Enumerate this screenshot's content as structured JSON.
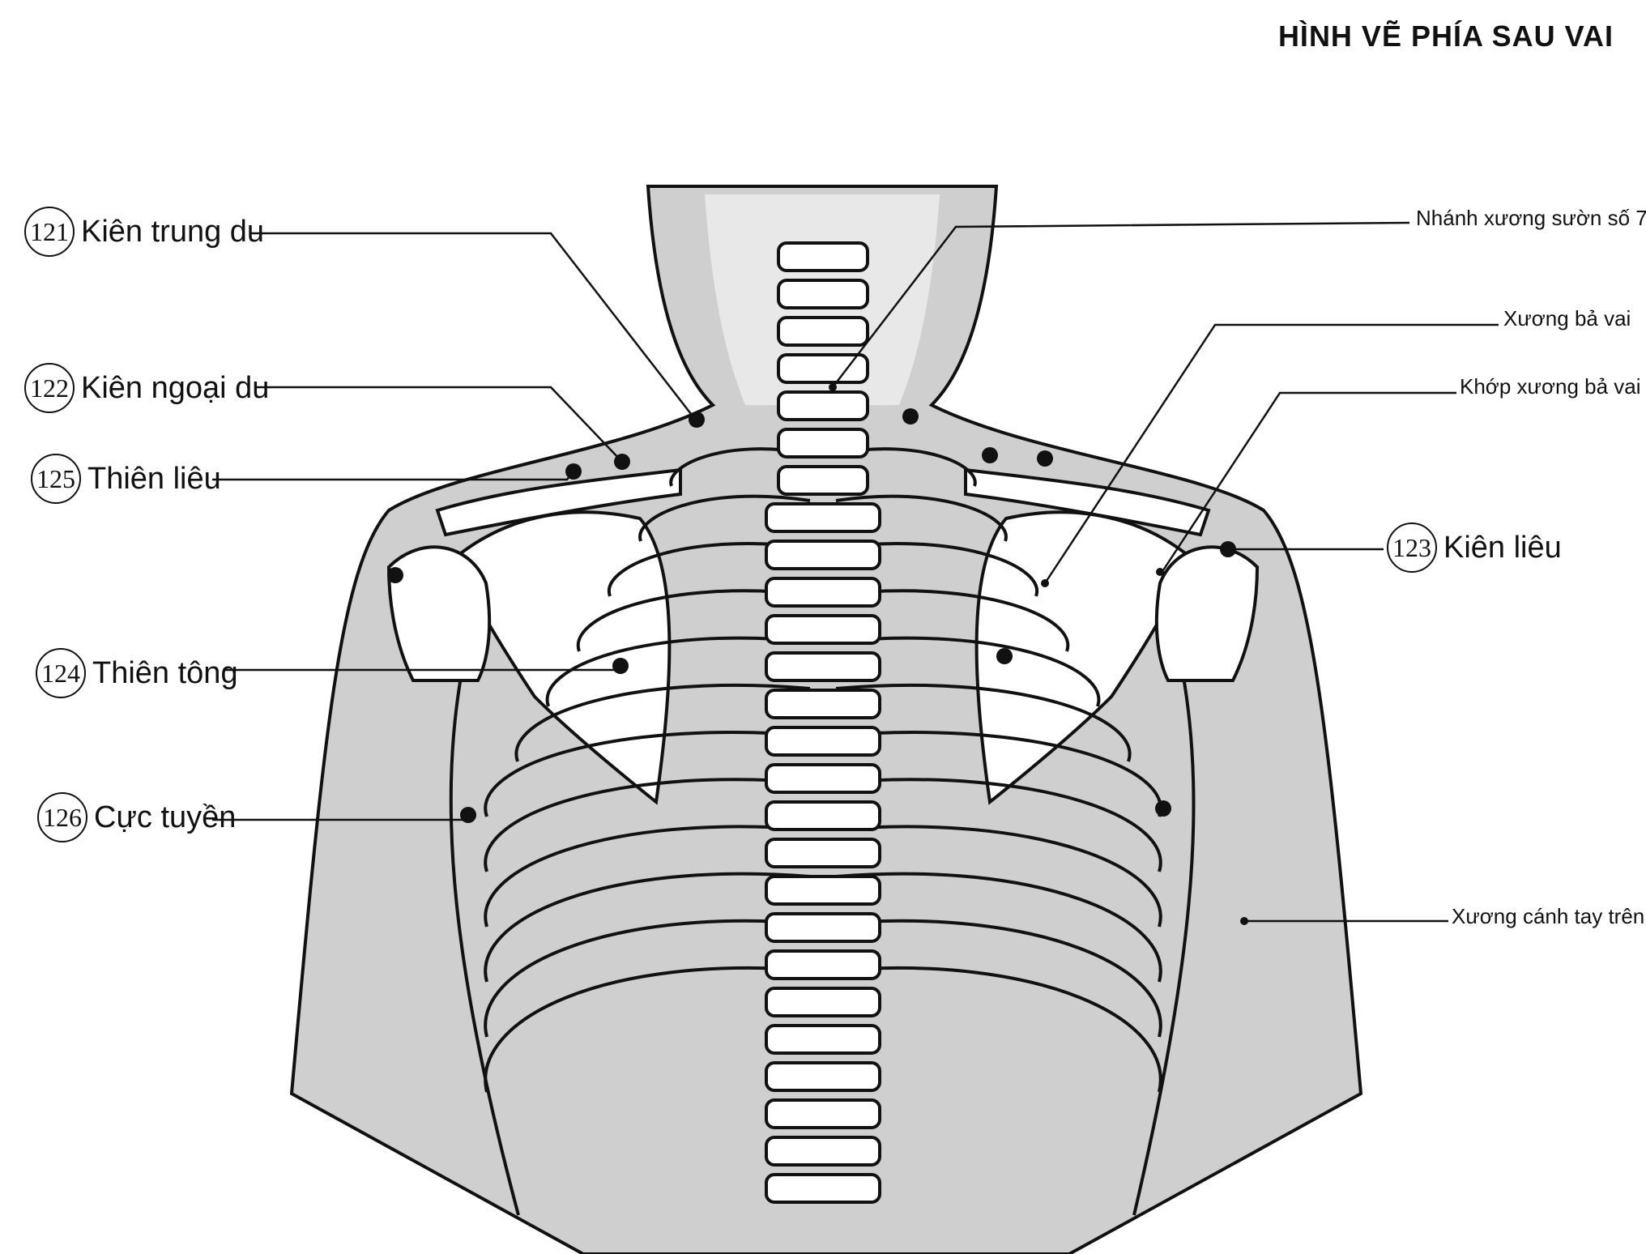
{
  "title": "HÌNH VẼ PHÍA SAU VAI",
  "points": [
    {
      "id": "121",
      "number": "121",
      "name": "Kiên trung du"
    },
    {
      "id": "122",
      "number": "122",
      "name": "Kiên ngoại du"
    },
    {
      "id": "125",
      "number": "125",
      "name": "Thiên liêu"
    },
    {
      "id": "124",
      "number": "124",
      "name": "Thiên tông"
    },
    {
      "id": "126",
      "number": "126",
      "name": "Cực tuyền"
    },
    {
      "id": "123",
      "number": "123",
      "name": "Kiên liêu"
    }
  ],
  "bones": [
    {
      "id": "rib7",
      "name": "Nhánh xương sườn số 7"
    },
    {
      "id": "scapula",
      "name": "Xương bả vai"
    },
    {
      "id": "scapula-joint",
      "name": "Khớp xương bả vai"
    },
    {
      "id": "humerus",
      "name": "Xương cánh tay trên"
    }
  ],
  "colors": {
    "ink": "#111111",
    "skin": "#cfcfcf",
    "bone": "#ffffff"
  }
}
